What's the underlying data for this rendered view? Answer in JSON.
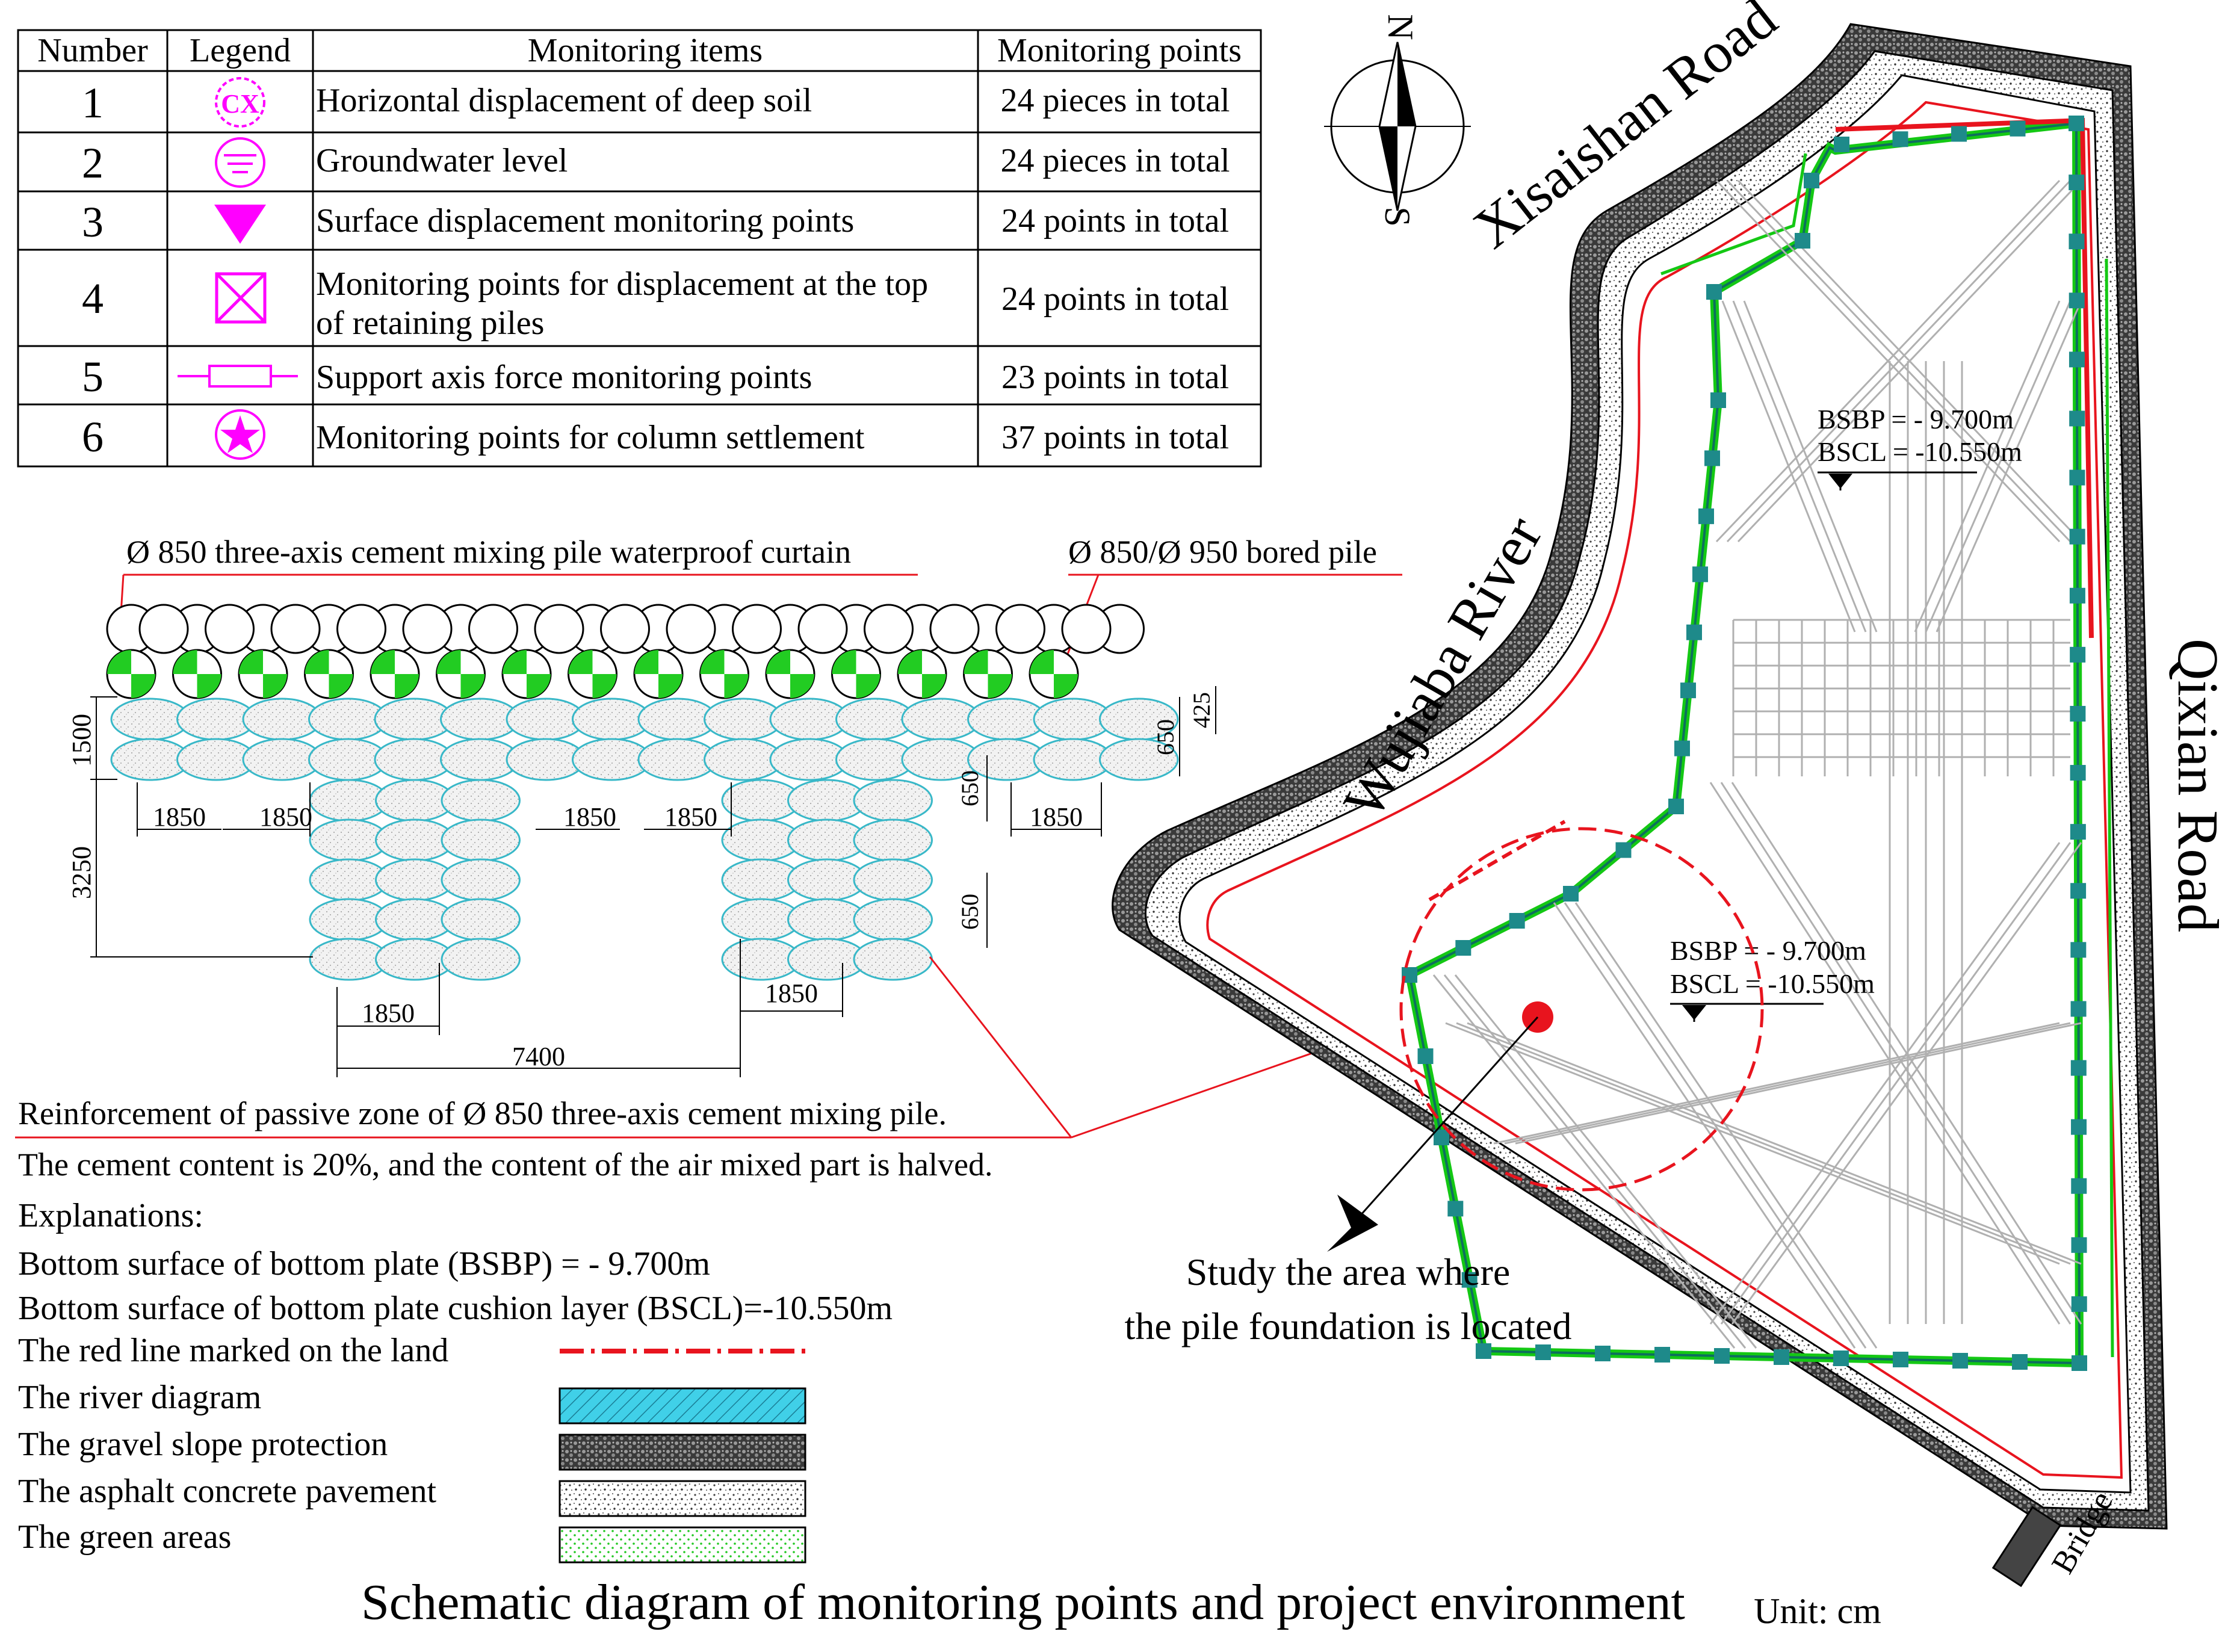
{
  "table": {
    "headers": [
      "Number",
      "Legend",
      "Monitoring items",
      "Monitoring points"
    ],
    "rows": [
      {
        "number": "1",
        "icon": "cx-circle-icon",
        "icon_text": "CX",
        "item": [
          "Horizontal displacement of deep soil"
        ],
        "points": "24 pieces in total"
      },
      {
        "number": "2",
        "icon": "groundwater-level-icon",
        "item": [
          "Groundwater level"
        ],
        "points": "24 pieces in total"
      },
      {
        "number": "3",
        "icon": "inverted-triangle-icon",
        "item": [
          "Surface displacement monitoring points"
        ],
        "points": "24 points in total"
      },
      {
        "number": "4",
        "icon": "boxed-x-icon",
        "item": [
          "Monitoring points for displacement at the top",
          "of retaining piles"
        ],
        "points": "24 points in total"
      },
      {
        "number": "5",
        "icon": "axis-force-gauge-icon",
        "item": [
          "Support axis force monitoring points"
        ],
        "points": "23 points in total"
      },
      {
        "number": "6",
        "icon": "star-circle-icon",
        "item": [
          "Monitoring points for column settlement"
        ],
        "points": "37 points in total"
      }
    ]
  },
  "compass": {
    "north": "N",
    "south": "S"
  },
  "section": {
    "curtain_label": "Ø 850 three-axis cement mixing pile waterproof curtain",
    "pile_label": "Ø 850/Ø 950 bored pile",
    "dims": {
      "d1500": "1500",
      "d3250": "3250",
      "d1850": "1850",
      "d650": "650",
      "d425": "425",
      "d7400": "7400"
    },
    "reinforcement_label": "Reinforcement of passive zone of Ø 850 three-axis cement mixing pile.",
    "cement_note": "The cement content is 20%, and the content of the air mixed part is halved."
  },
  "explanations": {
    "heading": "Explanations:",
    "bsbp_def": "Bottom surface of bottom plate (BSBP) = - 9.700m",
    "bscl_def": "Bottom surface of bottom plate cushion layer (BSCL)=-10.550m",
    "legend": [
      {
        "label": "The red line marked on the land",
        "swatch": "red-dash-line"
      },
      {
        "label": "The river diagram",
        "swatch": "river-hatch"
      },
      {
        "label": "The gravel slope protection",
        "swatch": "gravel-fill"
      },
      {
        "label": "The asphalt concrete pavement",
        "swatch": "asphalt-fill"
      },
      {
        "label": "The green areas",
        "swatch": "green-dots"
      }
    ]
  },
  "map": {
    "roads": {
      "xisaishan": "Xisaishan Road",
      "qixian": "Qixian Road"
    },
    "river": "Wujiaba River",
    "bridge": "Bridge",
    "levels_upper": {
      "bsbp": "BSBP = - 9.700m",
      "bscl": "BSCL = -10.550m"
    },
    "levels_lower": {
      "bsbp": "BSBP = - 9.700m",
      "bscl": "BSCL = -10.550m"
    },
    "study_area": [
      "Study the area where",
      "the pile foundation is located"
    ]
  },
  "footer": {
    "title": "Schematic diagram of monitoring points and project environment",
    "unit": "Unit: cm"
  },
  "colors": {
    "red": "#e8141e",
    "magenta": "#ff00ff",
    "green": "#14c814",
    "teal": "#1e8a8a",
    "cyan_outline": "#38b8c8",
    "gravel_dark": "#333333",
    "pile_green": "#22cc22"
  }
}
